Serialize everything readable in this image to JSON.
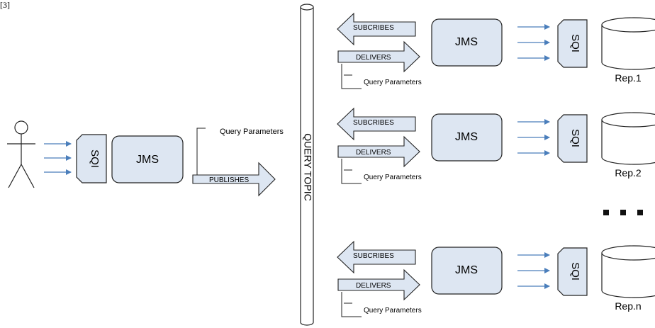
{
  "figure_label": "[3]",
  "left": {
    "sqi": "SQI",
    "jms": "JMS",
    "query_parameters": "Query Parameters",
    "publishes": "PUBLISHES"
  },
  "topic": {
    "label": "QUERY TOPIC"
  },
  "repositories": [
    {
      "subscribes": "SUBCRIBES",
      "delivers": "DELIVERS",
      "query_parameters": "Query Parameters",
      "jms": "JMS",
      "sqi": "SQI",
      "rep": "Rep.1"
    },
    {
      "subscribes": "SUBCRIBES",
      "delivers": "DELIVERS",
      "query_parameters": "Query Parameters",
      "jms": "JMS",
      "sqi": "SQI",
      "rep": "Rep.2"
    },
    {
      "subscribes": "SUBCRIBES",
      "delivers": "DELIVERS",
      "query_parameters": "Query Parameters",
      "jms": "JMS",
      "sqi": "SQI",
      "rep": "Rep.n"
    }
  ],
  "colors": {
    "box_fill": "#dde6f2",
    "arrow_blue": "#4a7ebb",
    "stroke": "#222222"
  }
}
